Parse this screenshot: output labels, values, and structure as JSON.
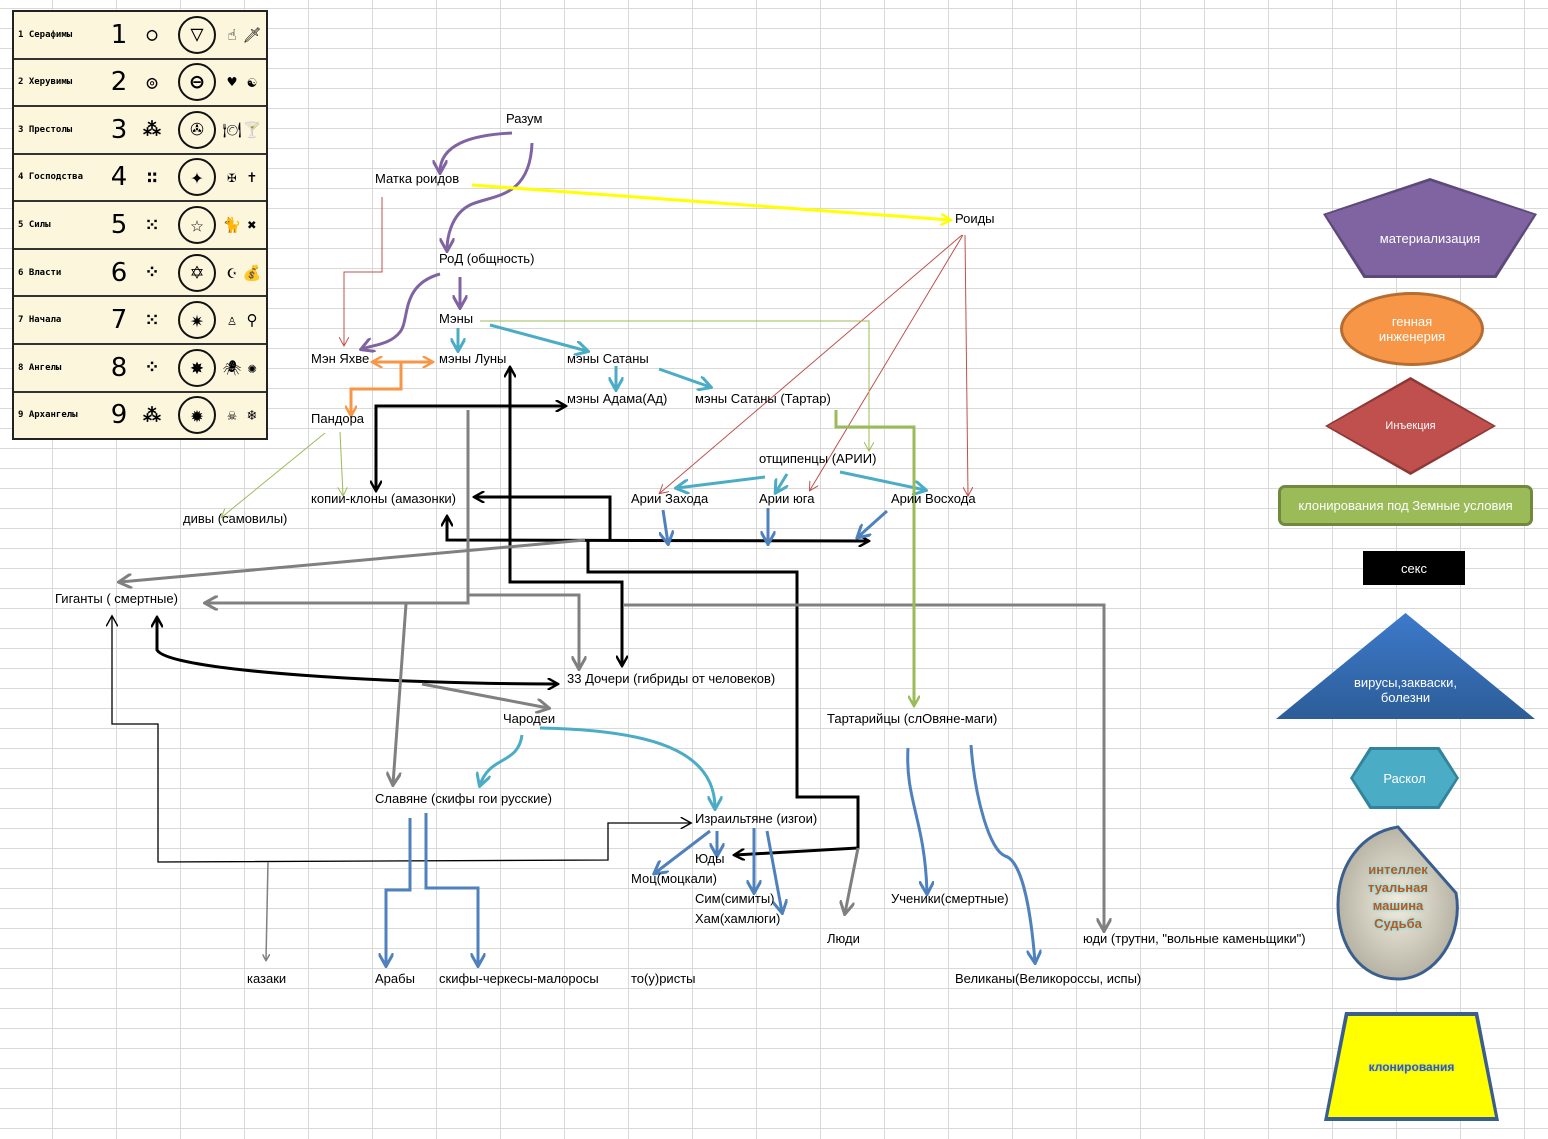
{
  "table": {
    "rows": [
      {
        "label": "1 Серафимы",
        "numeral": "1",
        "dots": "○",
        "circle": "▽",
        "sym1": "☝",
        "sym2": "🗡"
      },
      {
        "label": "2 Херувимы",
        "numeral": "2",
        "dots": "◎",
        "circle": "⊖",
        "sym1": "♥",
        "sym2": "☯"
      },
      {
        "label": "3 Престолы",
        "numeral": "3",
        "dots": "⁂",
        "circle": "✇",
        "sym1": "🍽",
        "sym2": "🍸"
      },
      {
        "label": "4 Господства",
        "numeral": "4",
        "dots": "∷",
        "circle": "✦",
        "sym1": "✠",
        "sym2": "✝"
      },
      {
        "label": "5 Силы",
        "numeral": "5",
        "dots": "⁙",
        "circle": "☆",
        "sym1": "🐈",
        "sym2": "✖"
      },
      {
        "label": "6 Власти",
        "numeral": "6",
        "dots": "⁘",
        "circle": "✡",
        "sym1": "☪",
        "sym2": "💰"
      },
      {
        "label": "7 Начала",
        "numeral": "7",
        "dots": "⁙",
        "circle": "✷",
        "sym1": "♙",
        "sym2": "⚲"
      },
      {
        "label": "8 Ангелы",
        "numeral": "8",
        "dots": "⁘",
        "circle": "✸",
        "sym1": "🕷",
        "sym2": "✺"
      },
      {
        "label": "9 Архангелы",
        "numeral": "9",
        "dots": "⁂",
        "circle": "✹",
        "sym1": "☠",
        "sym2": "❄"
      }
    ]
  },
  "nodes": {
    "razum": "Разум",
    "matka": "Матка роидов",
    "roidy": "Роиды",
    "rod": "РоД (общность)",
    "meny": "Мэны",
    "men_yahve": "Мэн Яхве",
    "meny_luny": "мэны Луны",
    "meny_satany": "мэны Сатаны",
    "meny_adama": "мэны Адама(Ад)",
    "meny_satany_tartar": "мэны Сатаны (Тартар)",
    "pandora": "Пандора",
    "otshchipentsy": "отщипенцы (АРИИ)",
    "kopii": "копии-клоны (амазонки)",
    "arii_zahoda": "Арии Захода",
    "arii_yuga": "Арии юга",
    "arii_voshoda": "Арии Восхода",
    "divy": "дивы (самовилы)",
    "giganty": "Гиганты ( смертные)",
    "docheri": "33 Дочери (гибриды от человеков)",
    "charodei": "Чародеи",
    "tartariytsy": "Тартарийцы (слОвяне-маги)",
    "slavyane": "Славяне (скифы гои русские)",
    "izrailtyane": "Израильтяне (изгои)",
    "yudy": "Юды",
    "mots": "Моц(моцкали)",
    "sim": "Сим(симиты)",
    "ucheniki": "Ученики(смертные)",
    "ham": "Хам(хамлюги)",
    "lyudi": "Люди",
    "yudi": "юди (трутни, \"вольные каменьщики\")",
    "kazaki": "казаки",
    "araby": "Арабы",
    "skify": "скифы-черкесы-малоросы",
    "turisty": "то(у)ристы",
    "velikany": "Великаны(Великороссы, испы)"
  },
  "legend": {
    "materializatsiya": "материализация",
    "gennaya": "генная инженерия",
    "inektsiya": "Инъекция",
    "klonirovaniya_zemnye": "клонирования под  Земные условия",
    "seks": "секс",
    "virusy": "вирусы,закваски, болезни",
    "raskol": "Раскол",
    "mashina": "интеллек туальная машина Судьба",
    "klonirovaniya": "клонирования"
  },
  "colors": {
    "purple": "#8064a2",
    "teal": "#4bacc6",
    "orange": "#f79646",
    "red": "#c0504d",
    "green": "#9bbb59",
    "blue": "#4f81bd",
    "yellow": "#ffff00",
    "gray": "#808080"
  }
}
